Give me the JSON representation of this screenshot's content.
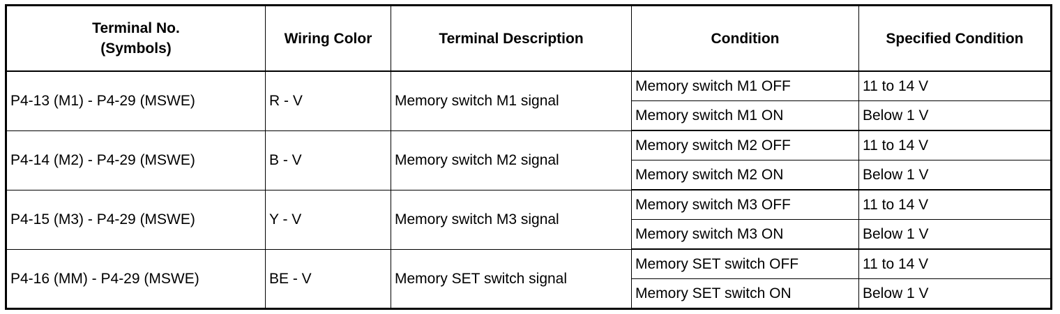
{
  "headers": {
    "terminal_line1": "Terminal No.",
    "terminal_line2": "(Symbols)",
    "wiring_color": "Wiring Color",
    "terminal_description": "Terminal Description",
    "condition": "Condition",
    "specified_condition": "Specified Condition"
  },
  "rows": [
    {
      "terminal": "P4-13 (M1) - P4-29 (MSWE)",
      "wiring_color": "R - V",
      "description": "Memory switch M1 signal",
      "conditions": [
        {
          "condition": "Memory switch M1 OFF",
          "specified": "11 to 14 V"
        },
        {
          "condition": "Memory switch M1 ON",
          "specified": "Below 1 V"
        }
      ]
    },
    {
      "terminal": "P4-14 (M2) - P4-29 (MSWE)",
      "wiring_color": "B - V",
      "description": "Memory switch M2 signal",
      "conditions": [
        {
          "condition": "Memory switch M2 OFF",
          "specified": "11 to 14 V"
        },
        {
          "condition": "Memory switch M2 ON",
          "specified": "Below 1 V"
        }
      ]
    },
    {
      "terminal": "P4-15 (M3) - P4-29 (MSWE)",
      "wiring_color": "Y - V",
      "description": "Memory switch M3 signal",
      "conditions": [
        {
          "condition": "Memory switch M3 OFF",
          "specified": "11 to 14 V"
        },
        {
          "condition": "Memory switch M3 ON",
          "specified": "Below 1 V"
        }
      ]
    },
    {
      "terminal": "P4-16 (MM) - P4-29 (MSWE)",
      "wiring_color": "BE - V",
      "description": "Memory SET switch signal",
      "conditions": [
        {
          "condition": "Memory SET switch OFF",
          "specified": "11 to 14 V"
        },
        {
          "condition": "Memory SET switch ON",
          "specified": "Below 1 V"
        }
      ]
    }
  ]
}
